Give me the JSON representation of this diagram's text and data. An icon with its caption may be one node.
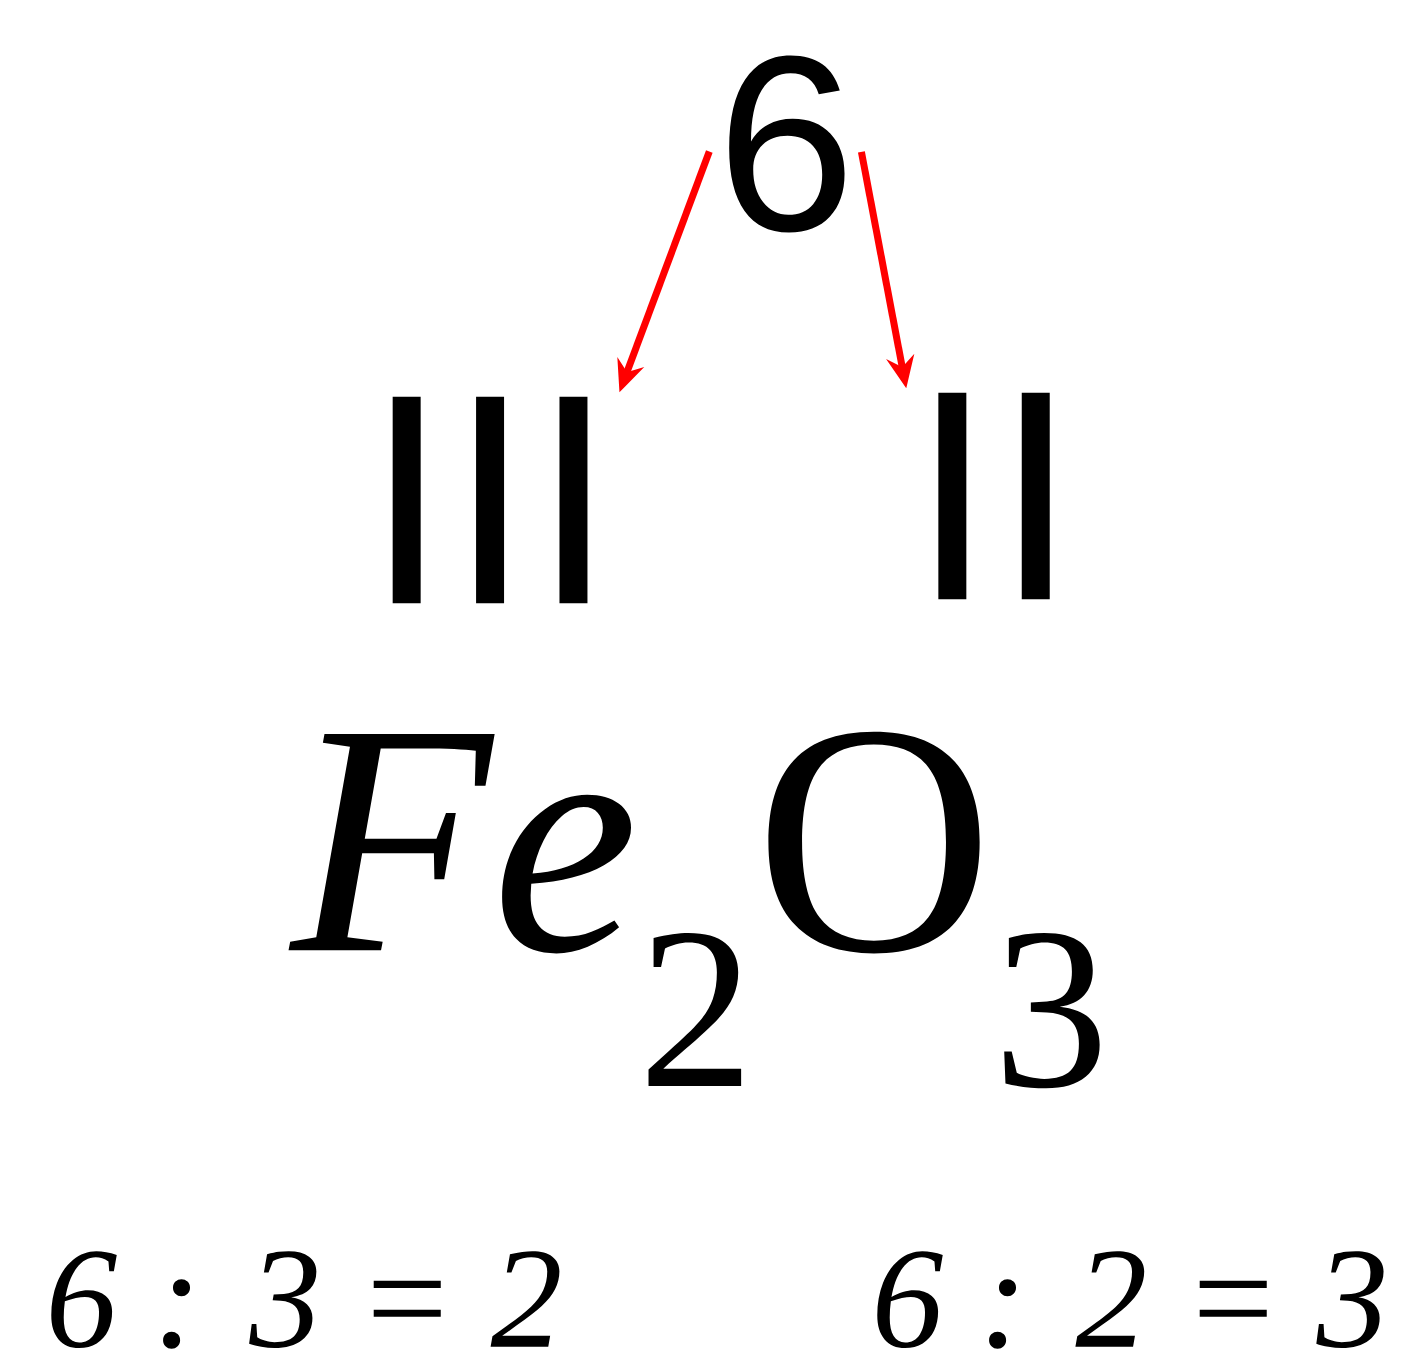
{
  "diagram": {
    "nodes": [
      {
        "text": [
          "6"
        ]
      },
      {
        "text": [
          "III"
        ]
      },
      {
        "text": [
          "II"
        ]
      }
    ],
    "edges": [
      {
        "from": 0,
        "to": 1,
        "arrow": "to"
      },
      {
        "from": 0,
        "to": 2,
        "arrow": "to"
      }
    ],
    "labels": [
      "*Fe*$_{2}$O$_{3}$",
      "6 : 3 = 2",
      "6 : 2 = 3"
    ]
  }
}
